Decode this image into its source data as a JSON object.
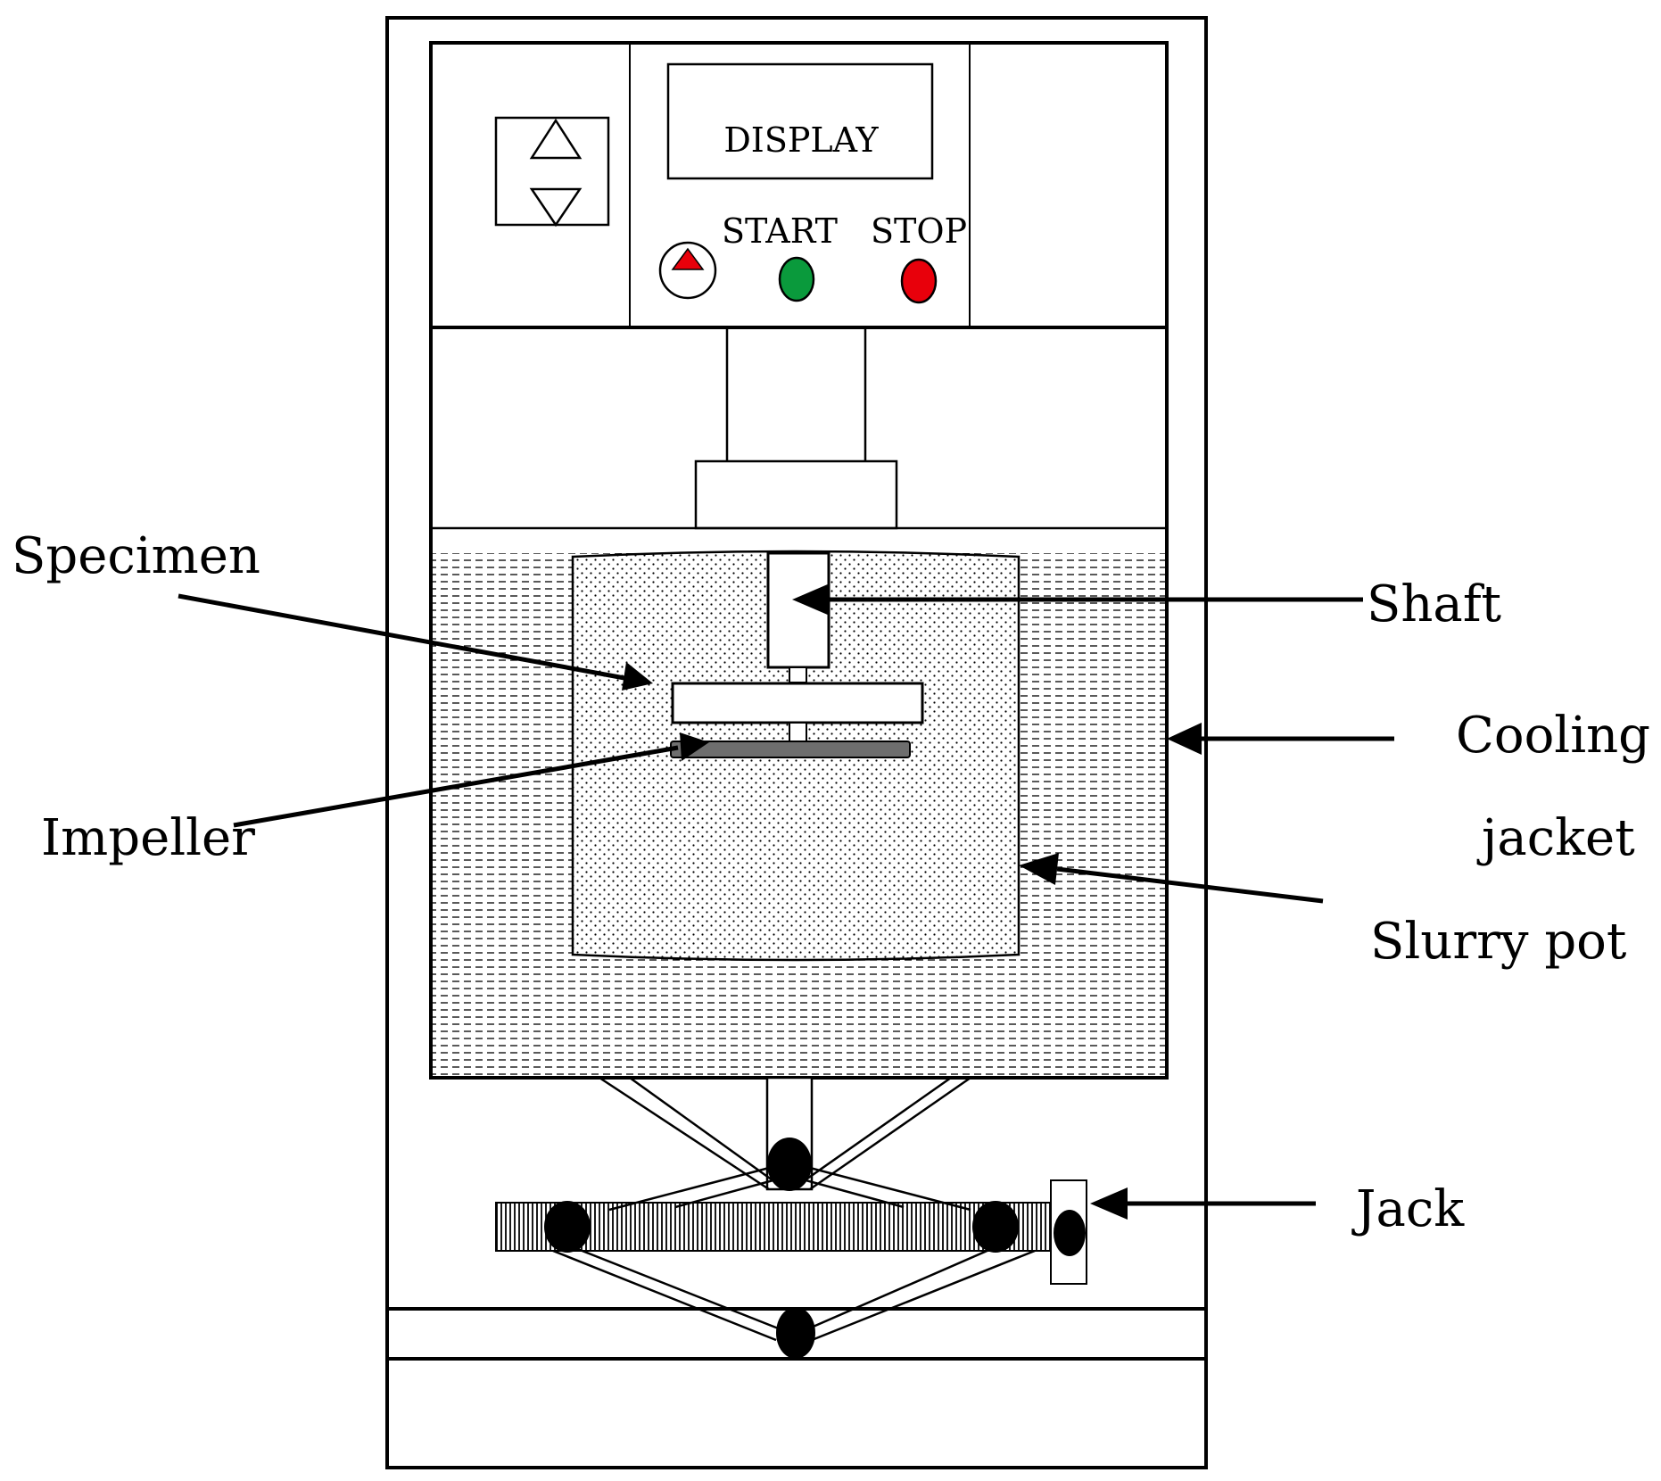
{
  "panel": {
    "display_label": "DISPLAY",
    "start_label": "START",
    "stop_label": "STOP"
  },
  "labels": {
    "specimen": "Specimen",
    "impeller": "Impeller",
    "shaft": "Shaft",
    "cooling_line1": "Cooling",
    "cooling_line2": "jacket",
    "slurry_pot": "Slurry pot",
    "jack": "Jack"
  },
  "colors": {
    "start_button": "#0a9a3c",
    "stop_button": "#e8000b",
    "indicator_arrow": "#e8000b",
    "impeller": "#6e6e6e",
    "line": "#000000"
  },
  "icons": {
    "up": "up-triangle-icon",
    "down": "down-triangle-icon",
    "indicator": "indicator-arrow-icon"
  }
}
